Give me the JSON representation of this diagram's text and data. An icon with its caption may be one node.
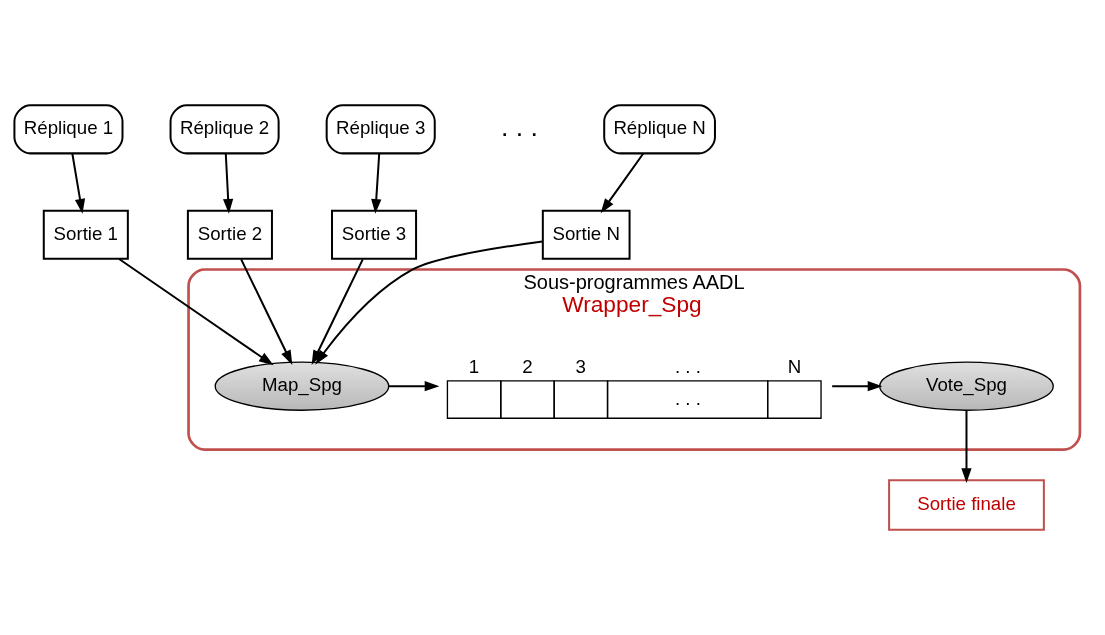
{
  "diagram": {
    "nodes": [
      {
        "text": [
          "Réplique 1"
        ]
      },
      {
        "text": [
          "Réplique 2"
        ]
      },
      {
        "text": [
          "Réplique 3"
        ]
      },
      {
        "text": [
          "Réplique N"
        ]
      },
      {
        "text": [
          "Sortie 1"
        ]
      },
      {
        "text": [
          "Sortie 2"
        ]
      },
      {
        "text": [
          "Sortie 3"
        ]
      },
      {
        "text": [
          "Sortie N"
        ]
      },
      {
        "text": [
          "Sortie finale"
        ]
      },
      {
        "text": [
          "Sous-programmes AADL",
          "Wrapper_Spg"
        ]
      },
      {
        "text": [
          "Map_Spg"
        ],
        "in": 9
      },
      {
        "text": [
          "Vote_Spg"
        ],
        "in": 9
      },
      {
        "text": [
          ". . ."
        ],
        "beside": [
          "1",
          "2",
          "3",
          ". . .",
          "N"
        ],
        "in": 9
      }
    ],
    "edges": [
      {
        "from": 0,
        "to": 4,
        "arrow": "to"
      },
      {
        "from": 1,
        "to": 5,
        "arrow": "to"
      },
      {
        "from": 2,
        "to": 6,
        "arrow": "to"
      },
      {
        "from": 3,
        "to": 7,
        "arrow": "to"
      },
      {
        "from": 4,
        "to": 10,
        "arrow": "to"
      },
      {
        "from": 5,
        "to": 10,
        "arrow": "to"
      },
      {
        "from": 6,
        "to": 10,
        "arrow": "to"
      },
      {
        "from": 7,
        "to": 10,
        "arrow": "to"
      },
      {
        "from": 10,
        "to": 12,
        "arrow": "to"
      },
      {
        "from": 12,
        "to": 11,
        "arrow": "to"
      },
      {
        "from": 11,
        "to": 8,
        "arrow": "to"
      }
    ],
    "labels": [
      ". . ."
    ]
  }
}
